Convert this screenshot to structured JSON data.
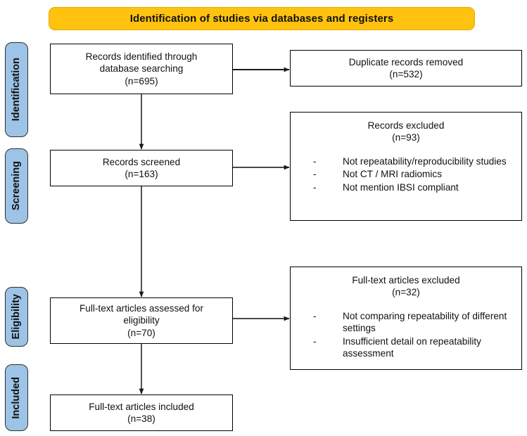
{
  "banner": {
    "label": "Identification of studies via databases and registers",
    "bg_color": "#FFC20E"
  },
  "stages": [
    {
      "label": "Identification"
    },
    {
      "label": "Screening"
    },
    {
      "label": "Eligibility"
    },
    {
      "label": "Included"
    }
  ],
  "boxes": {
    "identified": {
      "text": "Records identified through\ndatabase searching\n(n=695)",
      "count": 695
    },
    "duplicates": {
      "text": "Duplicate records removed\n(n=532)",
      "count": 532
    },
    "screened": {
      "text": "Records screened\n(n=163)",
      "count": 163
    },
    "records_excluded": {
      "head": "Records excluded\n(n=93)",
      "count": 93,
      "reasons": [
        "Not repeatability/reproducibility studies",
        "Not CT / MRI radiomics",
        "Not mention IBSI compliant"
      ]
    },
    "fulltext_assessed": {
      "text": "Full-text articles assessed for\neligibility\n(n=70)",
      "count": 70
    },
    "fulltext_excluded": {
      "head": "Full-text articles excluded\n(n=32)",
      "count": 32,
      "reasons": [
        "Not comparing repeatability of different settings",
        "Insufficient detail on repeatability assessment"
      ]
    },
    "included": {
      "text": "Full-text articles included\n(n=38)",
      "count": 38
    }
  },
  "bullet_marker": "-"
}
